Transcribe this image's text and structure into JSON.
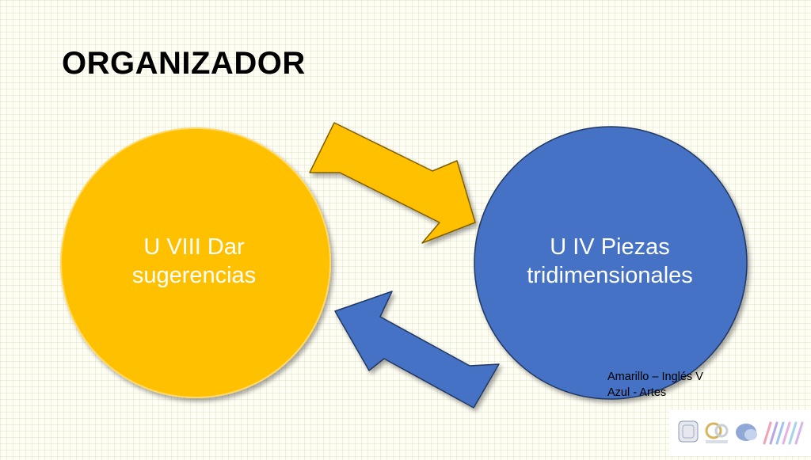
{
  "slide": {
    "title": "ORGANIZADOR",
    "nodes": [
      {
        "id": "yellow",
        "label": "U VIII Dar sugerencias",
        "color": "#FFC000"
      },
      {
        "id": "blue",
        "label": "U IV Piezas tridimensionales",
        "color": "#4472C4"
      }
    ],
    "arrows": [
      {
        "from": "yellow",
        "to": "blue",
        "color": "#FFC000"
      },
      {
        "from": "blue",
        "to": "yellow",
        "color": "#4472C4"
      }
    ],
    "legend": [
      "Amarillo – Inglés V",
      "Azul - Artes"
    ],
    "logos": [
      "unam-seal-logo",
      "anniversary-50-logo",
      "si-logo",
      "stripes-logo"
    ]
  }
}
